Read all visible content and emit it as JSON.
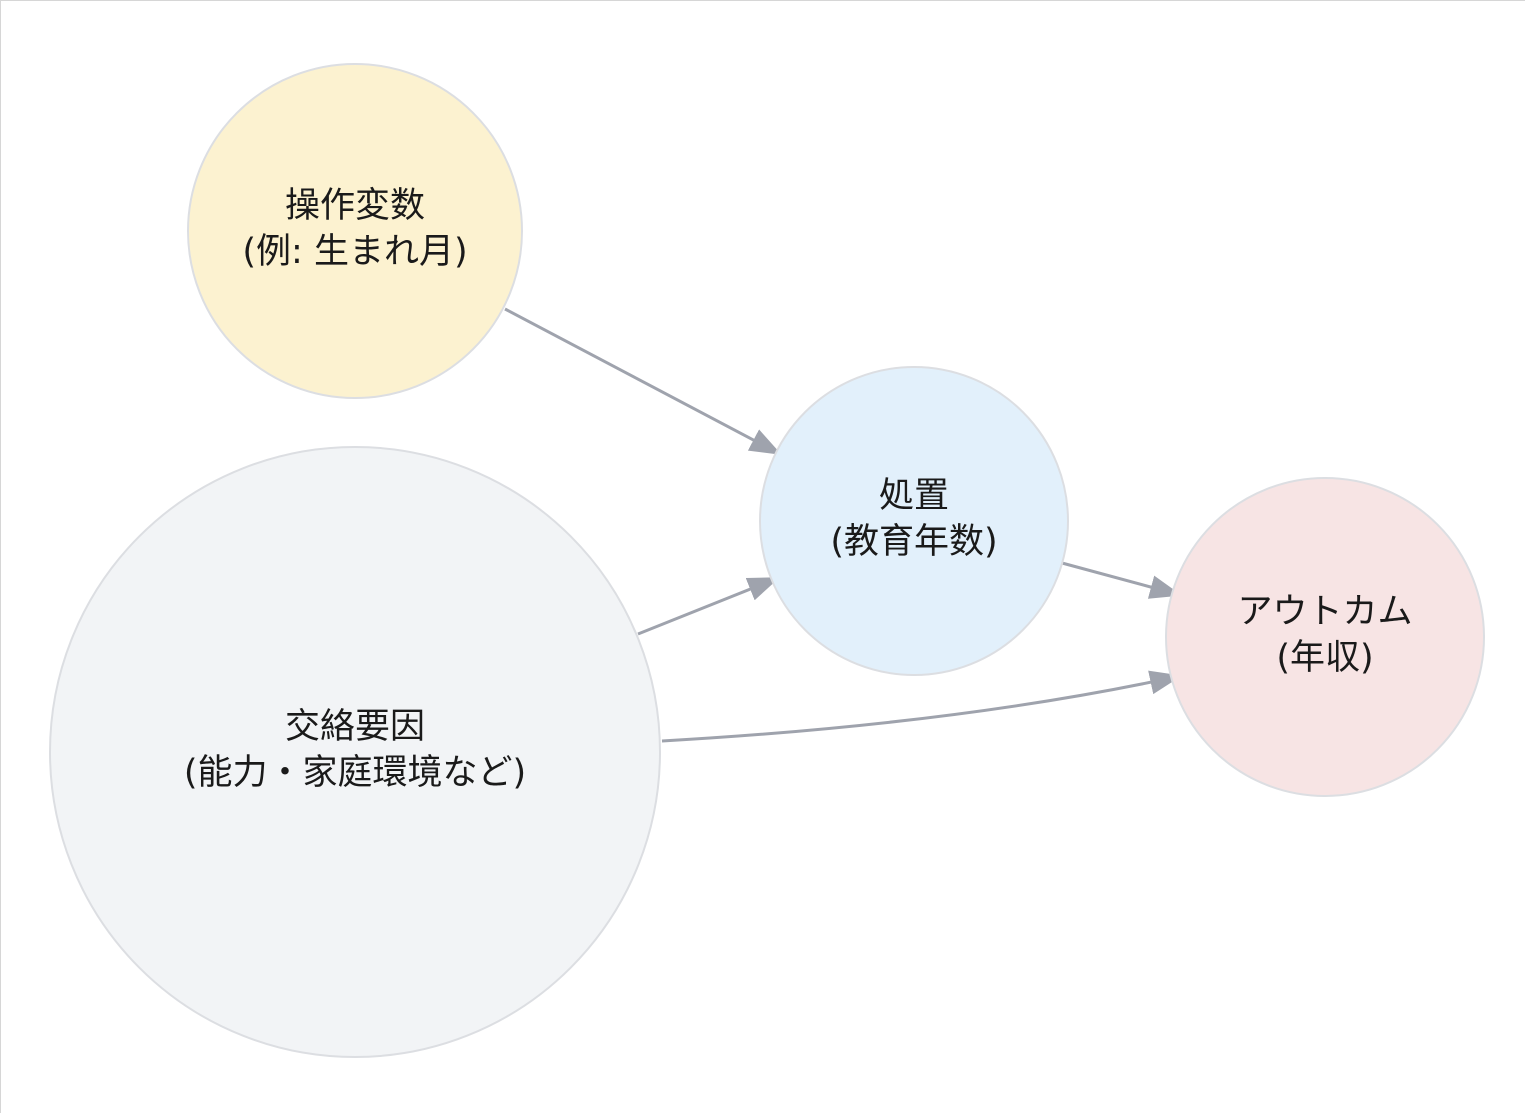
{
  "nodes": {
    "instrument": {
      "line1": "操作変数",
      "line2": "(例: 生まれ月)",
      "fill": "#fcf2d0"
    },
    "treatment": {
      "line1": "処置",
      "line2": "(教育年数)",
      "fill": "#e2f0fb"
    },
    "confounder": {
      "line1": "交絡要因",
      "line2": "(能力・家庭環境など)",
      "fill": "#f2f4f6"
    },
    "outcome": {
      "line1": "アウトカム",
      "line2": "(年収)",
      "fill": "#f7e4e4"
    }
  },
  "edges": [
    {
      "from": "instrument",
      "to": "treatment"
    },
    {
      "from": "confounder",
      "to": "treatment"
    },
    {
      "from": "treatment",
      "to": "outcome"
    },
    {
      "from": "confounder",
      "to": "outcome"
    }
  ],
  "colors": {
    "node_stroke": "#dcdee2",
    "edge": "#9fa3ad"
  }
}
